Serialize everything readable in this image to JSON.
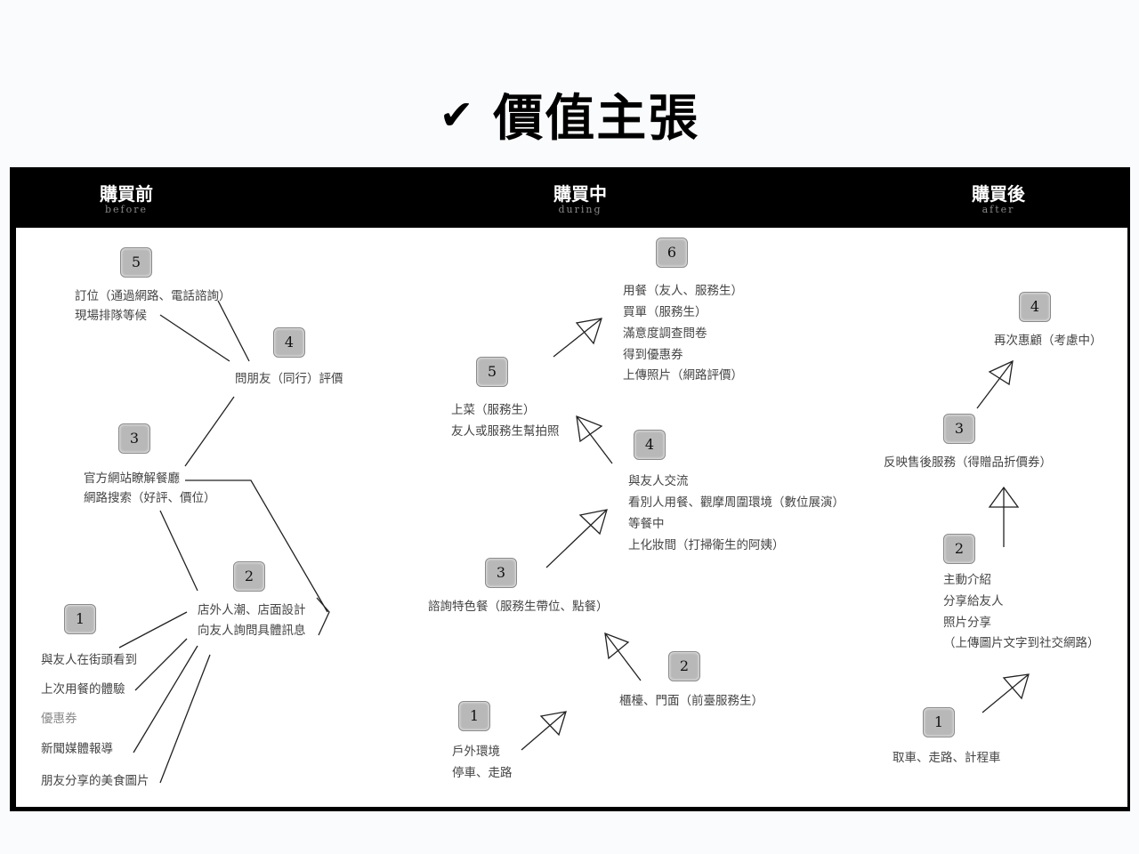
{
  "title": {
    "check": "✔",
    "text": "價值主張"
  },
  "phases": [
    {
      "zh": "購買前",
      "en": "before"
    },
    {
      "zh": "購買中",
      "en": "during"
    },
    {
      "zh": "購買後",
      "en": "after"
    }
  ],
  "before": {
    "b5": "5",
    "t5a": "訂位（通過網路、電話諮詢）",
    "t5b": "現場排隊等候",
    "b4": "4",
    "t4": "問朋友（同行）評價",
    "b3": "3",
    "t3a": "官方網站瞭解餐廳",
    "t3b": "網路搜索（好評、價位）",
    "b2": "2",
    "t2a": "店外人潮、店面設計",
    "t2b": "向友人詢問具體訊息",
    "b1": "1",
    "t1a": "與友人在街頭看到",
    "t1b": "上次用餐的體驗",
    "t1c": "優惠券",
    "t1d": "新聞媒體報導",
    "t1e": "朋友分享的美食圖片"
  },
  "during": {
    "b6": "6",
    "t6a": "用餐（友人、服務生）",
    "t6b": "買單（服務生）",
    "t6c": "滿意度調查問卷",
    "t6d": "得到優惠券",
    "t6e": "上傳照片（網路評價）",
    "b5": "5",
    "t5a": "上菜（服務生）",
    "t5b": "友人或服務生幫拍照",
    "b4": "4",
    "t4a": "與友人交流",
    "t4b": "看別人用餐、觀摩周圍環境（數位展演）",
    "t4c": "等餐中",
    "t4d": "上化妝間（打掃衛生的阿姨）",
    "b3": "3",
    "t3": "諮詢特色餐（服務生帶位、點餐）",
    "b2": "2",
    "t2": "櫃檯、門面（前臺服務生）",
    "b1": "1",
    "t1a": "戶外環境",
    "t1b": "停車、走路"
  },
  "after": {
    "b4": "4",
    "t4": "再次惠顧（考慮中）",
    "b3": "3",
    "t3": "反映售後服務（得贈品折價券）",
    "b2": "2",
    "t2a": "主動介紹",
    "t2b": "分享給友人",
    "t2c": "照片分享",
    "t2d": "（上傳圖片文字到社交網路）",
    "b1": "1",
    "t1": "取車、走路、計程車"
  }
}
